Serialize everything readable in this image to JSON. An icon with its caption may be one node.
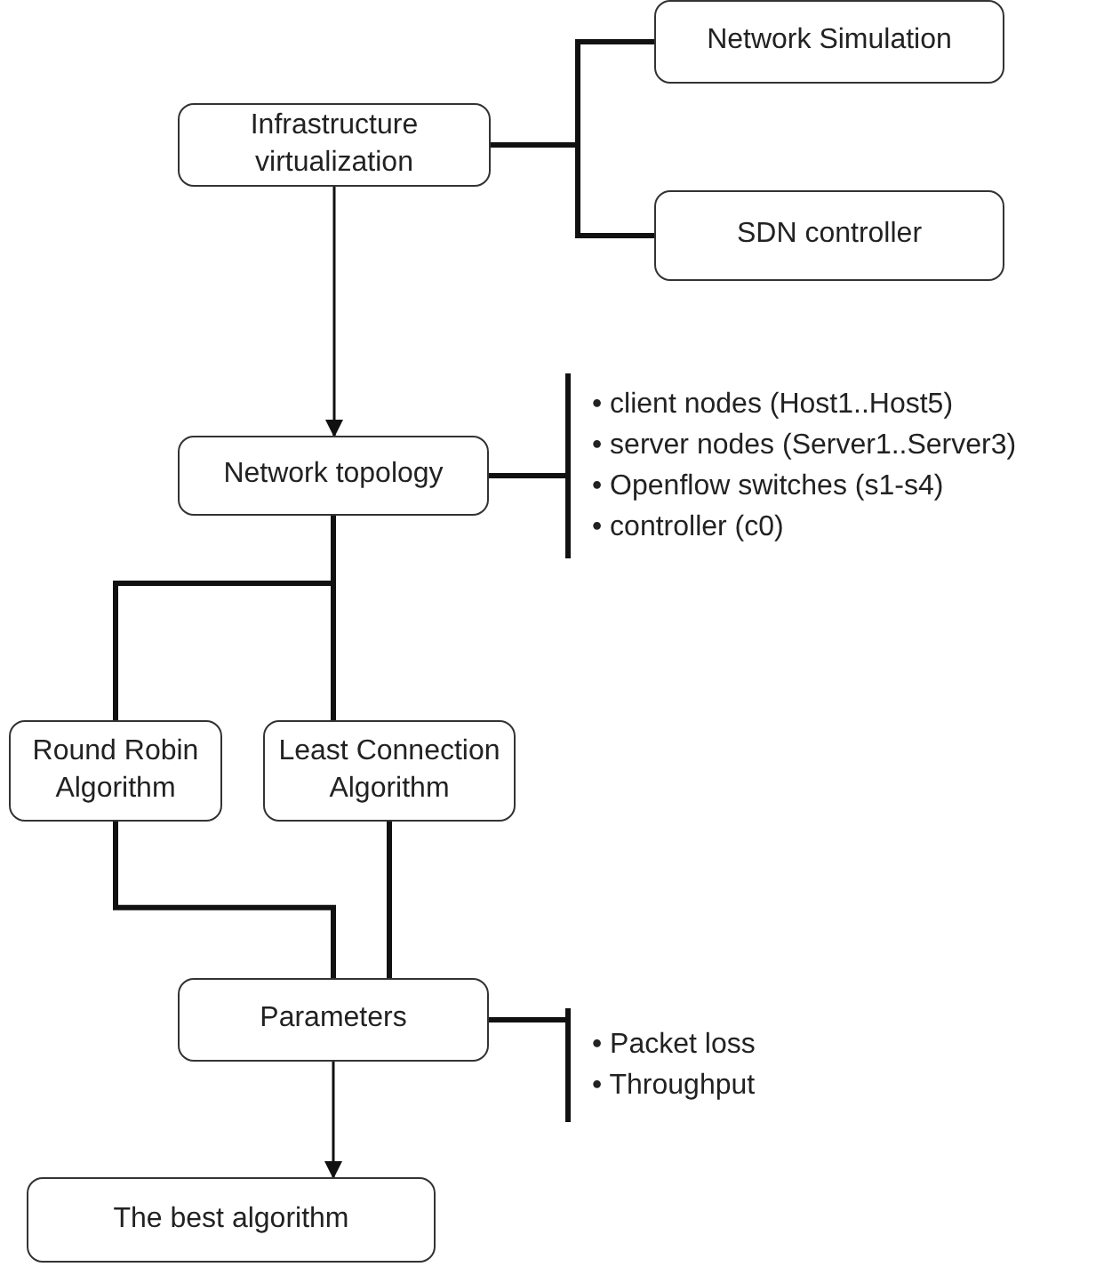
{
  "diagram": {
    "nodes": [
      {
        "text": [
          "Infrastructure virtualization"
        ]
      },
      {
        "text": [
          "Network Simulation"
        ]
      },
      {
        "text": [
          "SDN controller"
        ]
      },
      {
        "text": [
          "Network topology"
        ]
      },
      {
        "text": [
          "• client nodes (Host1..Host5)",
          "• server nodes (Server1..Server3)",
          "• Openflow switches (s1-s4)",
          "• controller (c0)"
        ]
      },
      {
        "text": [
          "Round Robin Algorithm"
        ]
      },
      {
        "text": [
          "Least Connection Algorithm"
        ]
      },
      {
        "text": [
          "Parameters"
        ]
      },
      {
        "text": [
          "• Packet loss",
          "• Throughput"
        ]
      },
      {
        "text": [
          "The best algorithm"
        ]
      }
    ],
    "edges": [
      {
        "from": 0,
        "to": 1,
        "arrow": "none"
      },
      {
        "from": 0,
        "to": 2,
        "arrow": "none"
      },
      {
        "from": 0,
        "to": 3,
        "arrow": "to"
      },
      {
        "from": 3,
        "to": 4,
        "arrow": "none"
      },
      {
        "from": 3,
        "to": 5,
        "arrow": "none"
      },
      {
        "from": 3,
        "to": 6,
        "arrow": "none"
      },
      {
        "from": 5,
        "to": 7,
        "arrow": "none"
      },
      {
        "from": 6,
        "to": 7,
        "arrow": "none"
      },
      {
        "from": 7,
        "to": 8,
        "arrow": "none"
      },
      {
        "from": 7,
        "to": 9,
        "arrow": "to"
      }
    ]
  }
}
